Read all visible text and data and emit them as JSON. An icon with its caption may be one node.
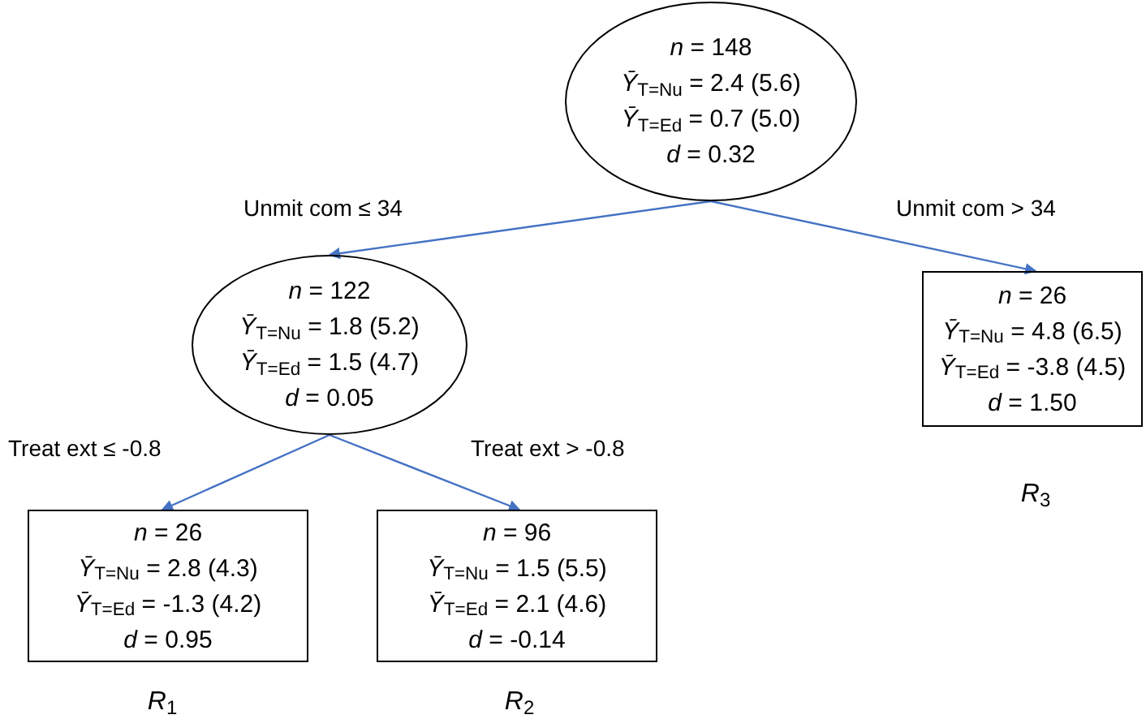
{
  "diagram": {
    "nodes": [
      {
        "text": [
          "*n* = 148",
          "*Ȳ*$_{T=Nu}$ = 2.4 (5.6)",
          "*Ȳ*$_{T=Ed}$ = 0.7 (5.0)",
          "*d* = 0.32"
        ]
      },
      {
        "text": [
          "*n* = 122",
          "*Ȳ*$_{T=Nu}$ = 1.8 (5.2)",
          "*Ȳ*$_{T=Ed}$ = 1.5 (4.7)",
          "*d* = 0.05"
        ]
      },
      {
        "text": [
          "*n* = 26",
          "*Ȳ*$_{T=Nu}$ = 4.8 (6.5)",
          "*Ȳ*$_{T=Ed}$ = -3.8 (4.5)",
          "*d* = 1.50"
        ],
        "beside": [
          "*R*$_{3}$"
        ]
      },
      {
        "text": [
          "*n* = 26",
          "*Ȳ*$_{T=Nu}$ = 2.8 (4.3)",
          "*Ȳ*$_{T=Ed}$ = -1.3 (4.2)",
          "*d* = 0.95"
        ],
        "beside": [
          "*R*$_{1}$"
        ]
      },
      {
        "text": [
          "*n* = 96",
          "*Ȳ*$_{T=Nu}$ = 1.5 (5.5)",
          "*Ȳ*$_{T=Ed}$ = 2.1 (4.6)",
          "*d* = -0.14"
        ],
        "beside": [
          "*R*$_{2}$"
        ]
      }
    ],
    "edges": [
      {
        "from": 0,
        "to": 1,
        "arrow": "to",
        "label": "Unmit com ≤ 34"
      },
      {
        "from": 0,
        "to": 2,
        "arrow": "to",
        "label": "Unmit com > 34"
      },
      {
        "from": 1,
        "to": 3,
        "arrow": "to",
        "label": "Treat ext ≤ -0.8"
      },
      {
        "from": 1,
        "to": 4,
        "arrow": "to",
        "label": "Treat ext > -0.8"
      }
    ]
  }
}
